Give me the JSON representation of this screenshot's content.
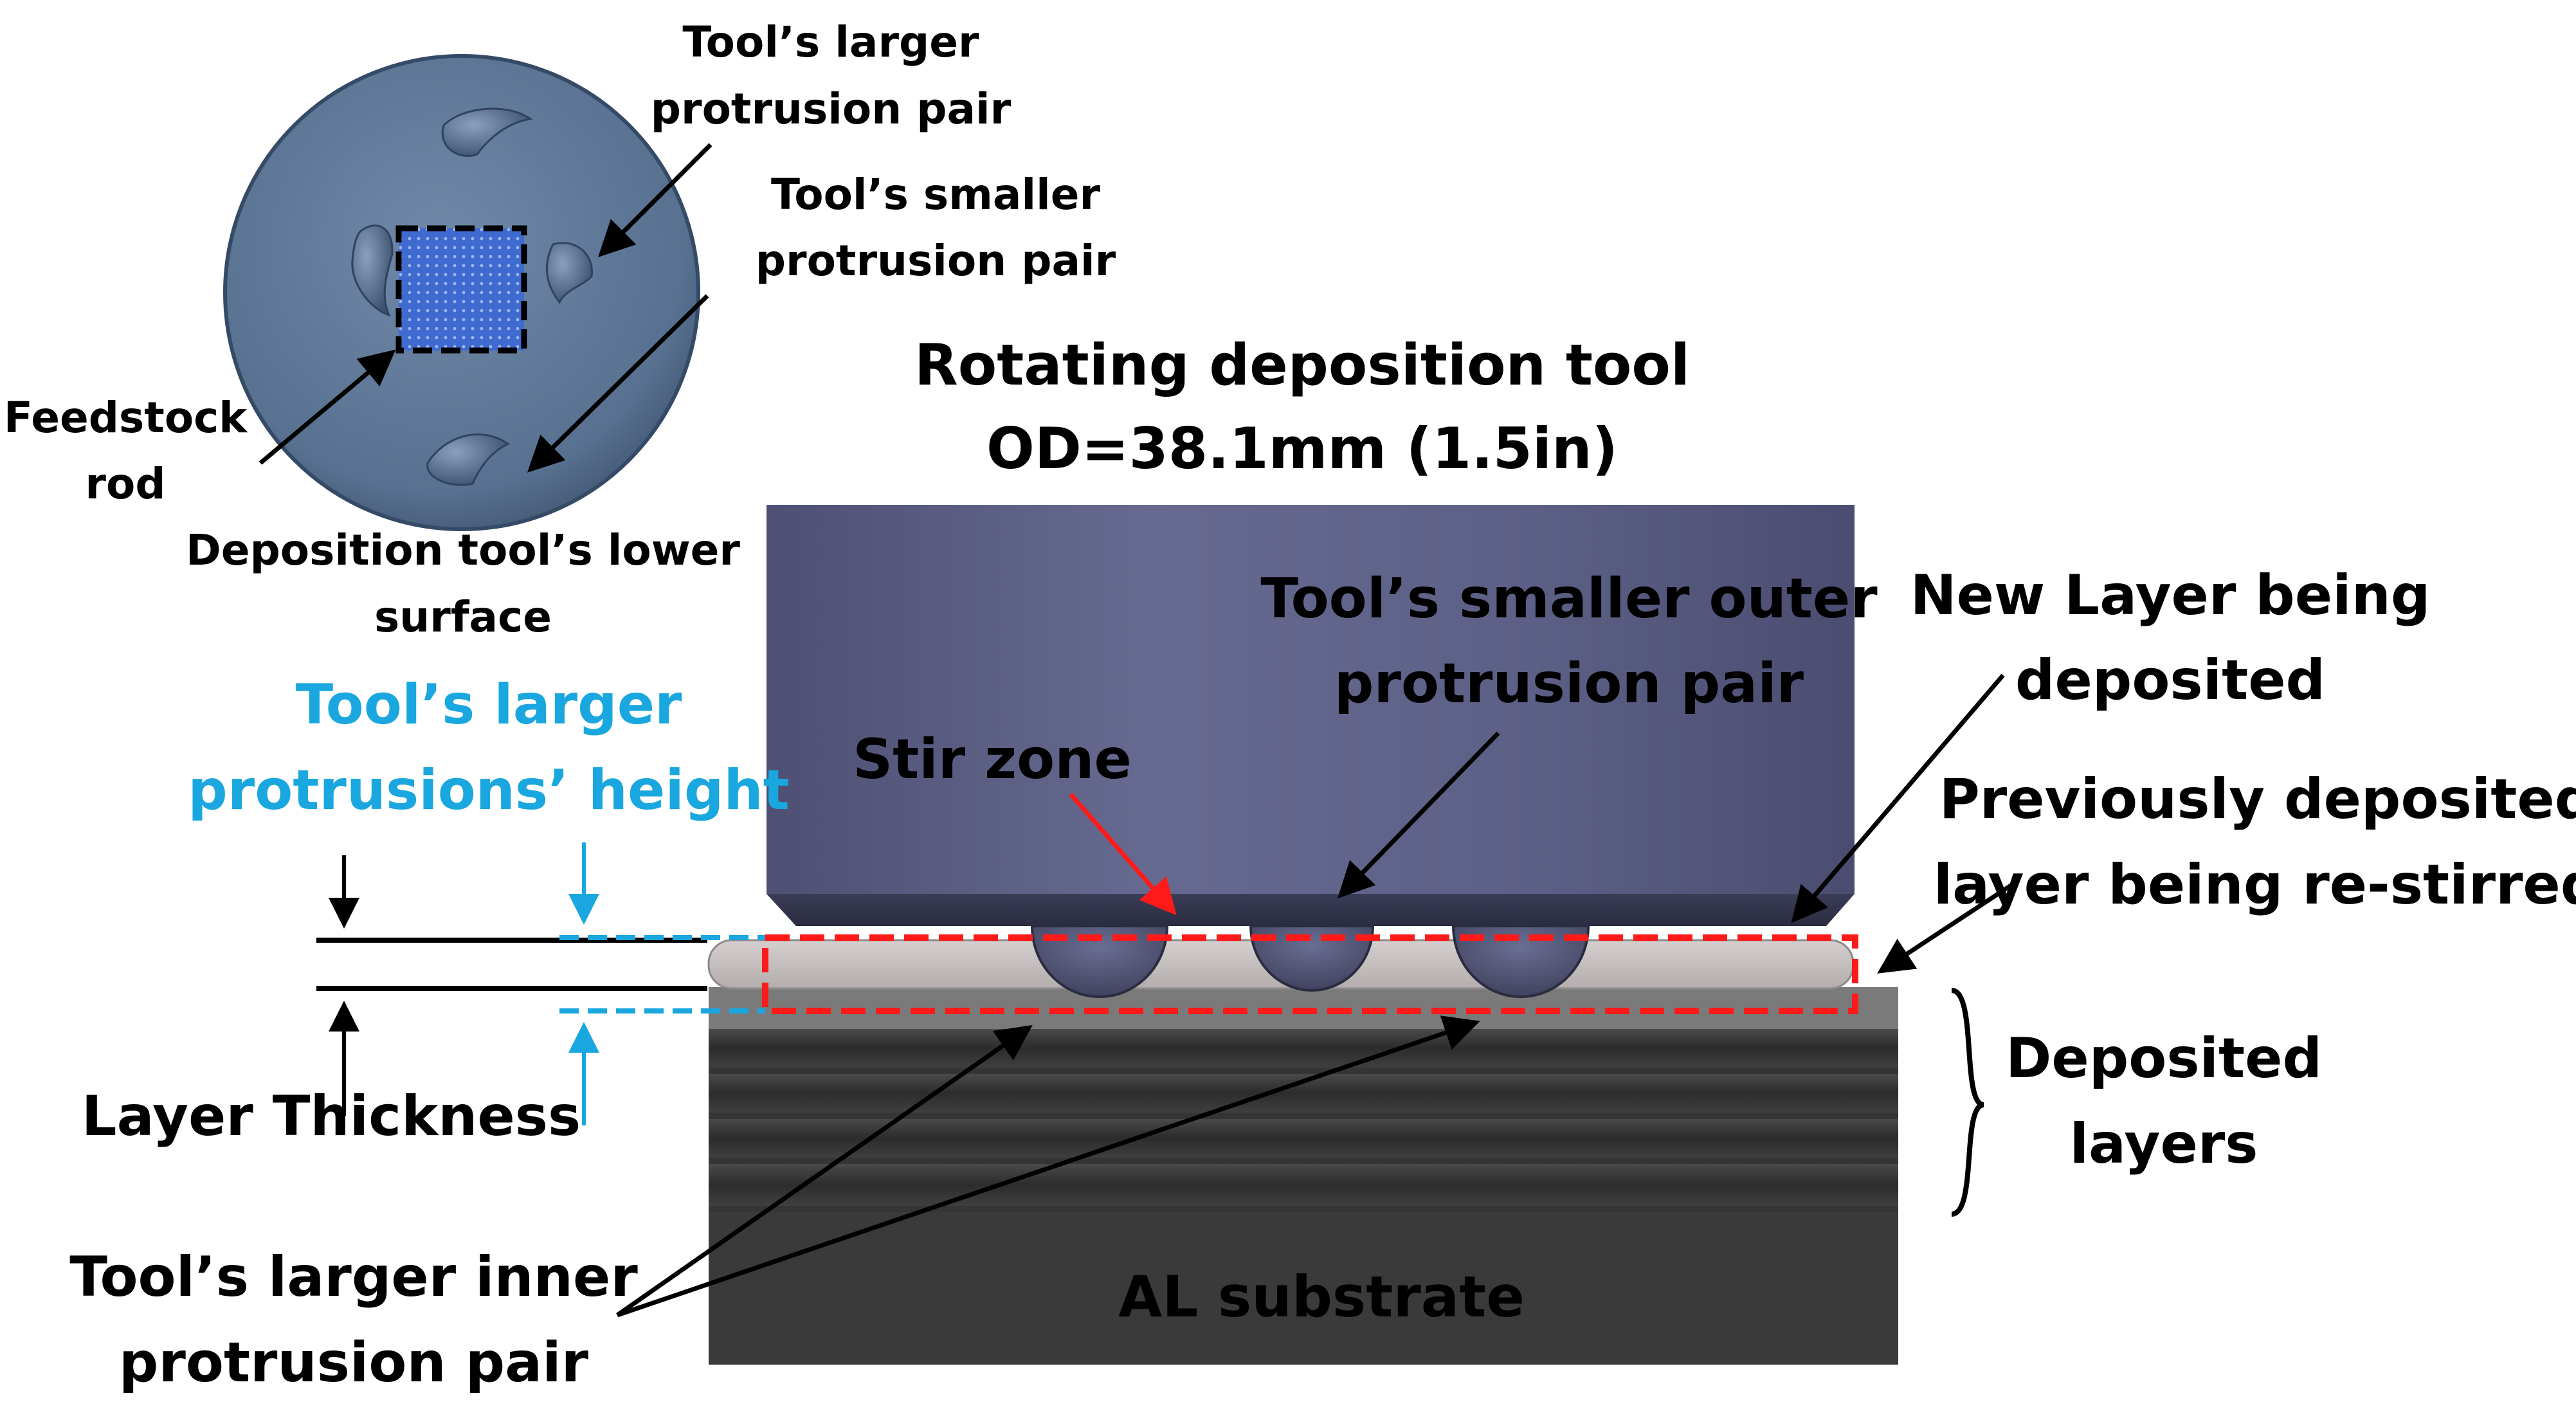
{
  "colors": {
    "tool_body": "#5f6287",
    "tool_disc": "#5f7897",
    "feedstock": "#3f6ad0",
    "layers": "#3a3a3a",
    "new_layer": "#c7bfbf",
    "stir_zone_box": "#ff1a1a",
    "thickness_blue": "#1aa7df",
    "label": "#000000"
  },
  "icons": {
    "tool_bottom_view": "tool-disc-image",
    "arrow": "arrow-icon",
    "brace": "curly-brace-icon"
  },
  "labels": {
    "larger_pair_top_1": "Tool’s larger",
    "larger_pair_top_2": "protrusion pair",
    "smaller_pair_top_1": "Tool’s smaller",
    "smaller_pair_top_2": "protrusion pair",
    "feedstock_1": "Feedstock",
    "feedstock_2": "rod",
    "lower_surface_1": "Deposition tool’s lower",
    "lower_surface_2": "surface",
    "tool_title_1": "Rotating deposition tool",
    "tool_title_2": "OD=38.1mm (1.5in)",
    "smaller_outer_1": "Tool’s smaller outer",
    "smaller_outer_2": "protrusion pair",
    "new_layer_1": "New Layer being",
    "new_layer_2": "deposited",
    "previous_layer_1": "Previously deposited",
    "previous_layer_2": "layer being re-stirred",
    "stir_zone": "Stir zone",
    "protrusion_height_1": "Tool’s larger",
    "protrusion_height_2": "protrusions’ height",
    "layer_thickness": "Layer Thickness",
    "deposited_layers_1": "Deposited",
    "deposited_layers_2": "layers",
    "larger_inner_1": "Tool’s larger inner",
    "larger_inner_2": "protrusion pair",
    "substrate": "AL substrate"
  }
}
